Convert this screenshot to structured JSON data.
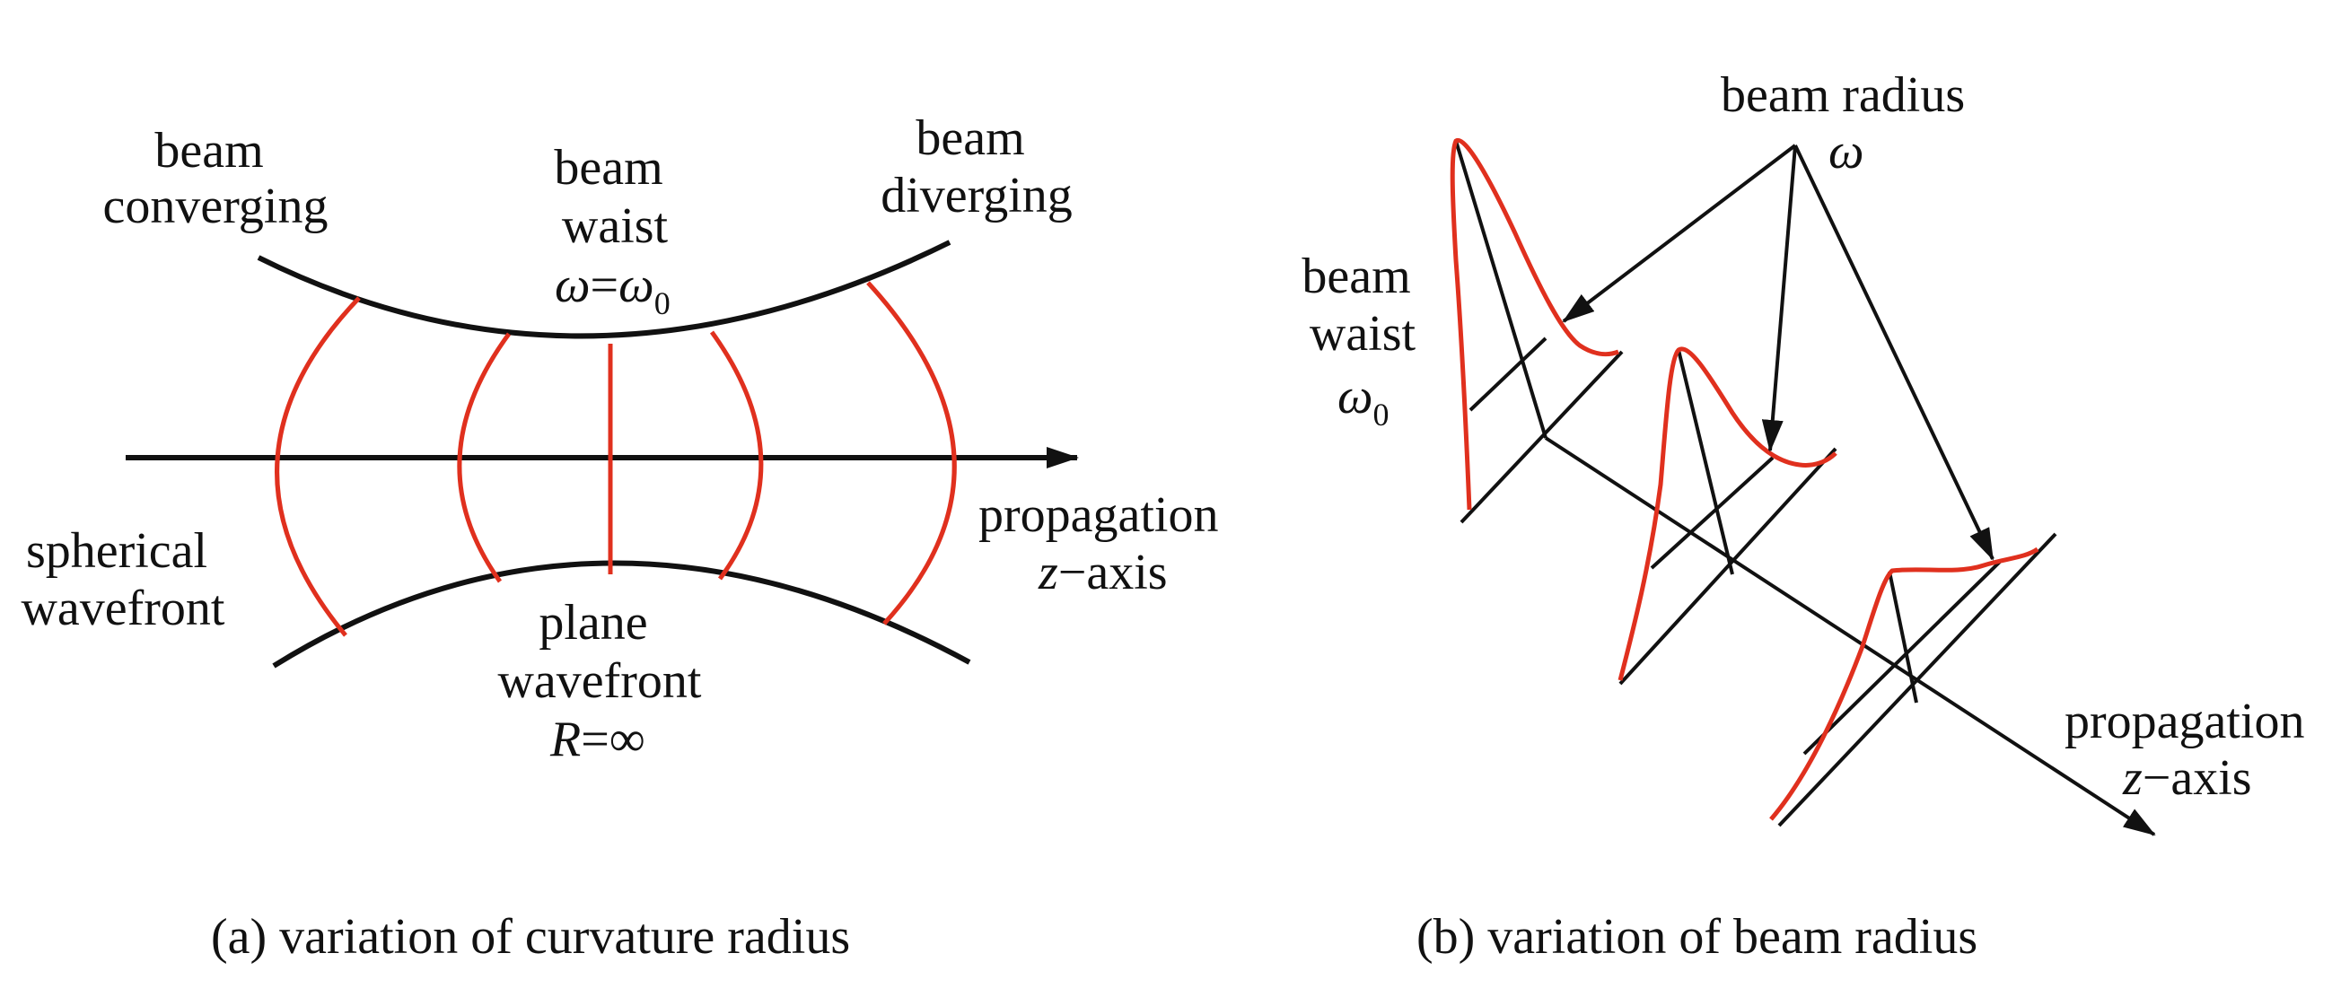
{
  "colors": {
    "ink": "#111111",
    "wave": "#e0301e"
  },
  "panel_a": {
    "label_converging": [
      "beam",
      "converging"
    ],
    "label_waist": [
      "beam",
      "waist"
    ],
    "waist_formula": {
      "lhs": "ω",
      "eq": "=",
      "rhs": "ω",
      "sub": "0"
    },
    "label_diverging": [
      "beam",
      "diverging"
    ],
    "label_spherical": [
      "spherical",
      "wavefront"
    ],
    "label_plane": [
      "plane",
      "wavefront"
    ],
    "plane_formula": {
      "var": "R",
      "rest": "=∞"
    },
    "label_axis": {
      "line1": "propagation",
      "var": "z",
      "rest": "−axis"
    },
    "caption": "(a) variation of curvature radius"
  },
  "panel_b": {
    "label_radius": "beam radius",
    "radius_symbol": "ω",
    "label_waist": [
      "beam",
      "waist"
    ],
    "waist_symbol": {
      "sym": "ω",
      "sub": "0"
    },
    "label_axis": {
      "line1": "propagation",
      "var": "z",
      "rest": "−axis"
    },
    "caption": "(b) variation of beam radius"
  }
}
